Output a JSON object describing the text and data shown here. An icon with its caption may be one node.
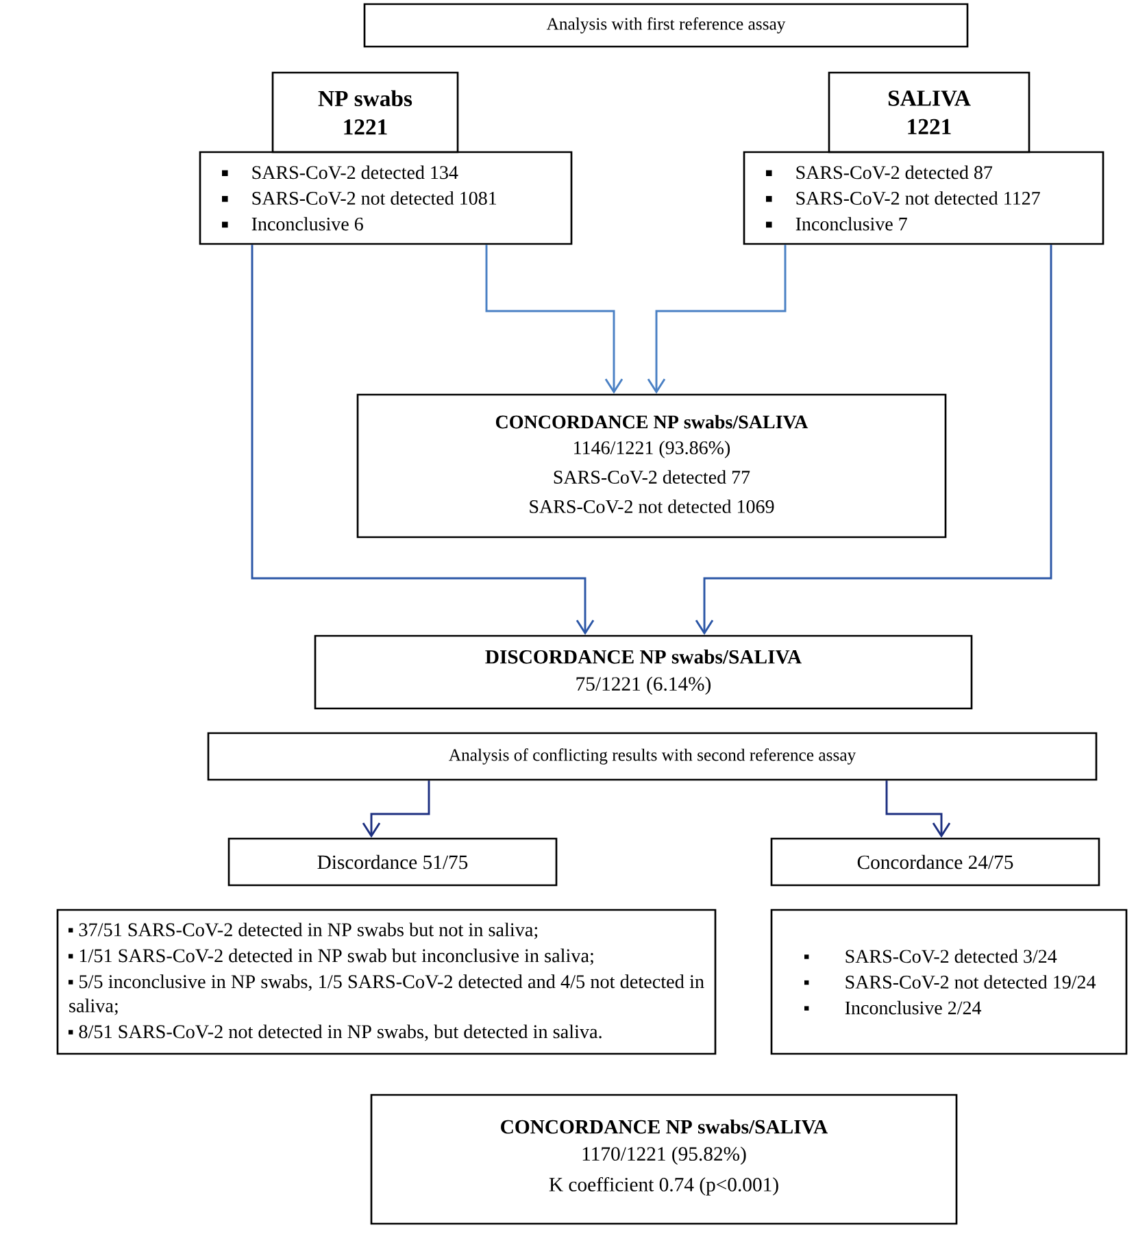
{
  "diagram": {
    "nodes": [
      {
        "text": [
          "Analysis with first reference assay"
        ]
      },
      {
        "text": [
          "NP swabs 1221"
        ]
      },
      {
        "text": [
          "SARS-CoV-2 detected 134",
          "SARS-CoV-2 not detected 1081",
          "Inconclusive 6"
        ]
      },
      {
        "text": [
          "SALIVA 1221"
        ]
      },
      {
        "text": [
          "SARS-CoV-2 detected 87",
          "SARS-CoV-2 not detected 1127",
          "Inconclusive 7"
        ]
      },
      {
        "text": [
          "CONCORDANCE NP swabs/SALIVA",
          "1146/1221 (93.86%)",
          "SARS-CoV-2 detected 77",
          "SARS-CoV-2 not detected 1069"
        ]
      },
      {
        "text": [
          "DISCORDANCE NP swabs/SALIVA",
          "75/1221 (6.14%)"
        ]
      },
      {
        "text": [
          "Analysis of conflicting results with second reference assay"
        ]
      },
      {
        "text": [
          "Discordance 51/75"
        ]
      },
      {
        "text": [
          "Concordance 24/75"
        ]
      },
      {
        "text": [
          "37/51 SARS-CoV-2 detected in NP swabs but not in saliva;",
          "1/51 SARS-CoV-2 detected in NP swab but inconclusive in saliva;",
          "5/5 inconclusive in NP swabs, 1/5 SARS-CoV-2 detected and 4/5 not detected in saliva;",
          "8/51 SARS-CoV-2 not detected in NP swabs, but detected in saliva."
        ]
      },
      {
        "text": [
          "SARS-CoV-2 detected 3/24",
          "SARS-CoV-2 not detected 19/24",
          "Inconclusive 2/24"
        ]
      },
      {
        "text": [
          "CONCORDANCE NP swabs/SALIVA",
          "1170/1221 (95.82%)",
          "K coefficient 0.74 (p<0.001)"
        ]
      }
    ],
    "edges": [
      {
        "from": 2,
        "to": 5,
        "arrow": "to",
        "color": "#4a80c4"
      },
      {
        "from": 4,
        "to": 5,
        "arrow": "to",
        "color": "#4a80c4"
      },
      {
        "from": 2,
        "to": 6,
        "arrow": "to"
      },
      {
        "from": 4,
        "to": 6,
        "arrow": "to"
      },
      {
        "from": 7,
        "to": 8,
        "arrow": "to",
        "color": "#1c2f80"
      },
      {
        "from": 7,
        "to": 9,
        "arrow": "to",
        "color": "#1c2f80"
      }
    ]
  }
}
